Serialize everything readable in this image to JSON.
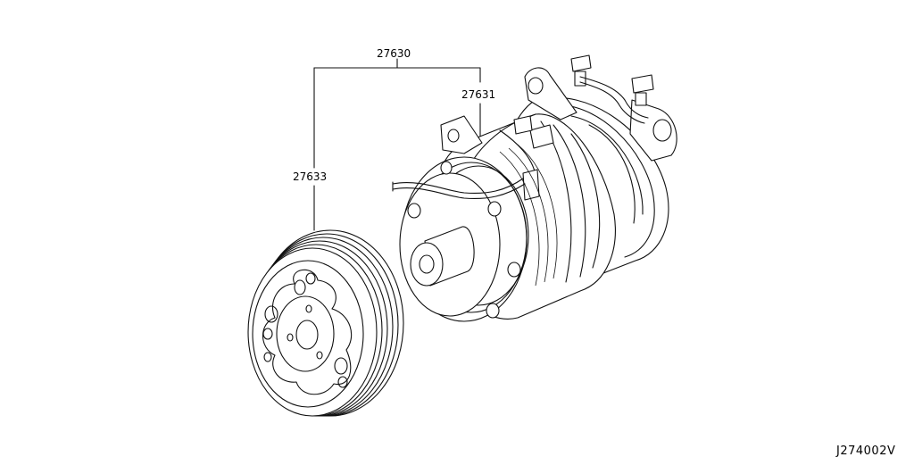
{
  "labels": {
    "assembly": "27630",
    "clutch": "27631",
    "pulley": "27633"
  },
  "diagram_code": "J274002V"
}
